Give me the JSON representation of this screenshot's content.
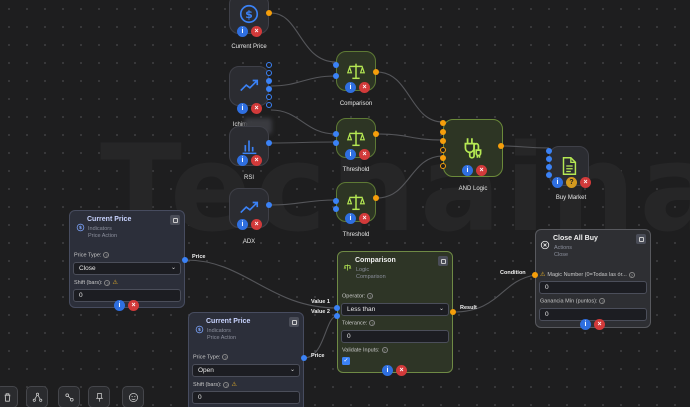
{
  "watermark": "Techaina",
  "nodes": {
    "current_price_top": {
      "label": "Current Price"
    },
    "ichimoku": {
      "label": "Ichimoku...o"
    },
    "rsi": {
      "label": "RSI"
    },
    "adx": {
      "label": "ADX"
    },
    "comparison_small": {
      "label": "Comparison"
    },
    "threshold_1": {
      "label": "Threshold"
    },
    "threshold_2": {
      "label": "Threshold"
    },
    "and_logic": {
      "label": "AND Logic"
    },
    "buy_market": {
      "label": "Buy Market"
    }
  },
  "card_current_price_1": {
    "title": "Current Price",
    "sub1": "Indicators",
    "sub2": "Price Action",
    "price_type_label": "Price Type:",
    "price_type_value": "Close",
    "shift_label": "Shift (bars):",
    "shift_value": "0",
    "output_label": "Price"
  },
  "card_current_price_2": {
    "title": "Current Price",
    "sub1": "Indicators",
    "sub2": "Price Action",
    "price_type_label": "Price Type:",
    "price_type_value": "Open",
    "shift_label": "Shift (bars):",
    "shift_value": "0",
    "output_label": "Price"
  },
  "card_comparison": {
    "title": "Comparison",
    "sub1": "Logic",
    "sub2": "Comparison",
    "operator_label": "Operator:",
    "operator_value": "Less than",
    "tolerance_label": "Tolerance:",
    "tolerance_value": "0",
    "validate_label": "Validate Inputs:",
    "input1": "Value 1",
    "input2": "Value 2",
    "output_label": "Result"
  },
  "card_close_all_buy": {
    "title": "Close All Buy",
    "sub1": "Actions",
    "sub2": "Close",
    "magic_label": "Magic Number (0=Todas las ór...",
    "magic_value": "0",
    "profit_label": "Ganancia Mín (puntos):",
    "profit_value": "0",
    "input_label": "Condition"
  },
  "colors": {
    "background": "#1e1e1f",
    "edge": "#55565a",
    "port_input": "#3b82f6",
    "port_output": "#f59e0b",
    "logic_green": "#6f8a45",
    "icon_green": "#b5e853"
  },
  "toolbar": {
    "icons": [
      "trash-icon",
      "network-icon",
      "link-icon",
      "pin-icon",
      "face-icon"
    ]
  }
}
